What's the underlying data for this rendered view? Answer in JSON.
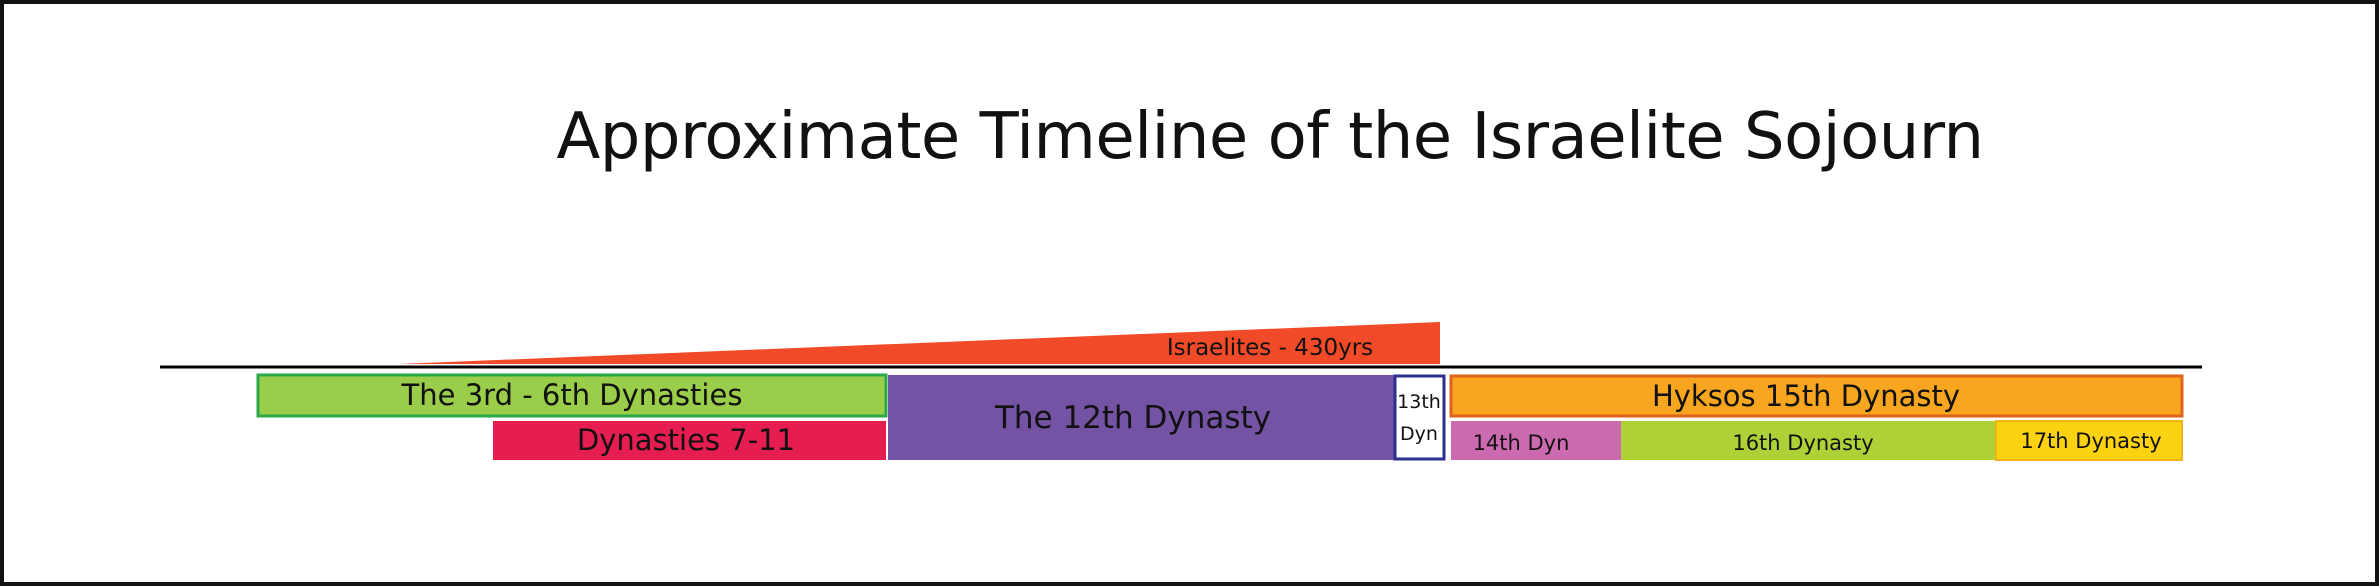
{
  "title": "Approximate Timeline of the Israelite Sojourn",
  "israelites_label": "Israelites -   430yrs",
  "colors": {
    "israelites": "#f04a28",
    "dyn3_6": "#9acd4a",
    "dyn3_6_border": "#2aa84a",
    "dyn7_11": "#e61d50",
    "dyn12": "#7452a4",
    "dyn13_border": "#2b2f8f",
    "hyksos15": "#f8a520",
    "hyksos15_border": "#e0621a",
    "dyn14": "#cc6ab0",
    "dyn16": "#afd138",
    "dyn17": "#fcd211",
    "dyn17_border": "#f2b21c"
  },
  "bars": {
    "dyn3_6": "The 3rd - 6th Dynasties",
    "dyn7_11": "Dynasties 7-11",
    "dyn12": "The 12th Dynasty",
    "dyn13_line1": "13th",
    "dyn13_line2": "Dyn",
    "hyksos15": "Hyksos 15th Dynasty",
    "dyn14": "14th Dyn",
    "dyn16": "16th Dynasty",
    "dyn17": "17th Dynasty"
  }
}
